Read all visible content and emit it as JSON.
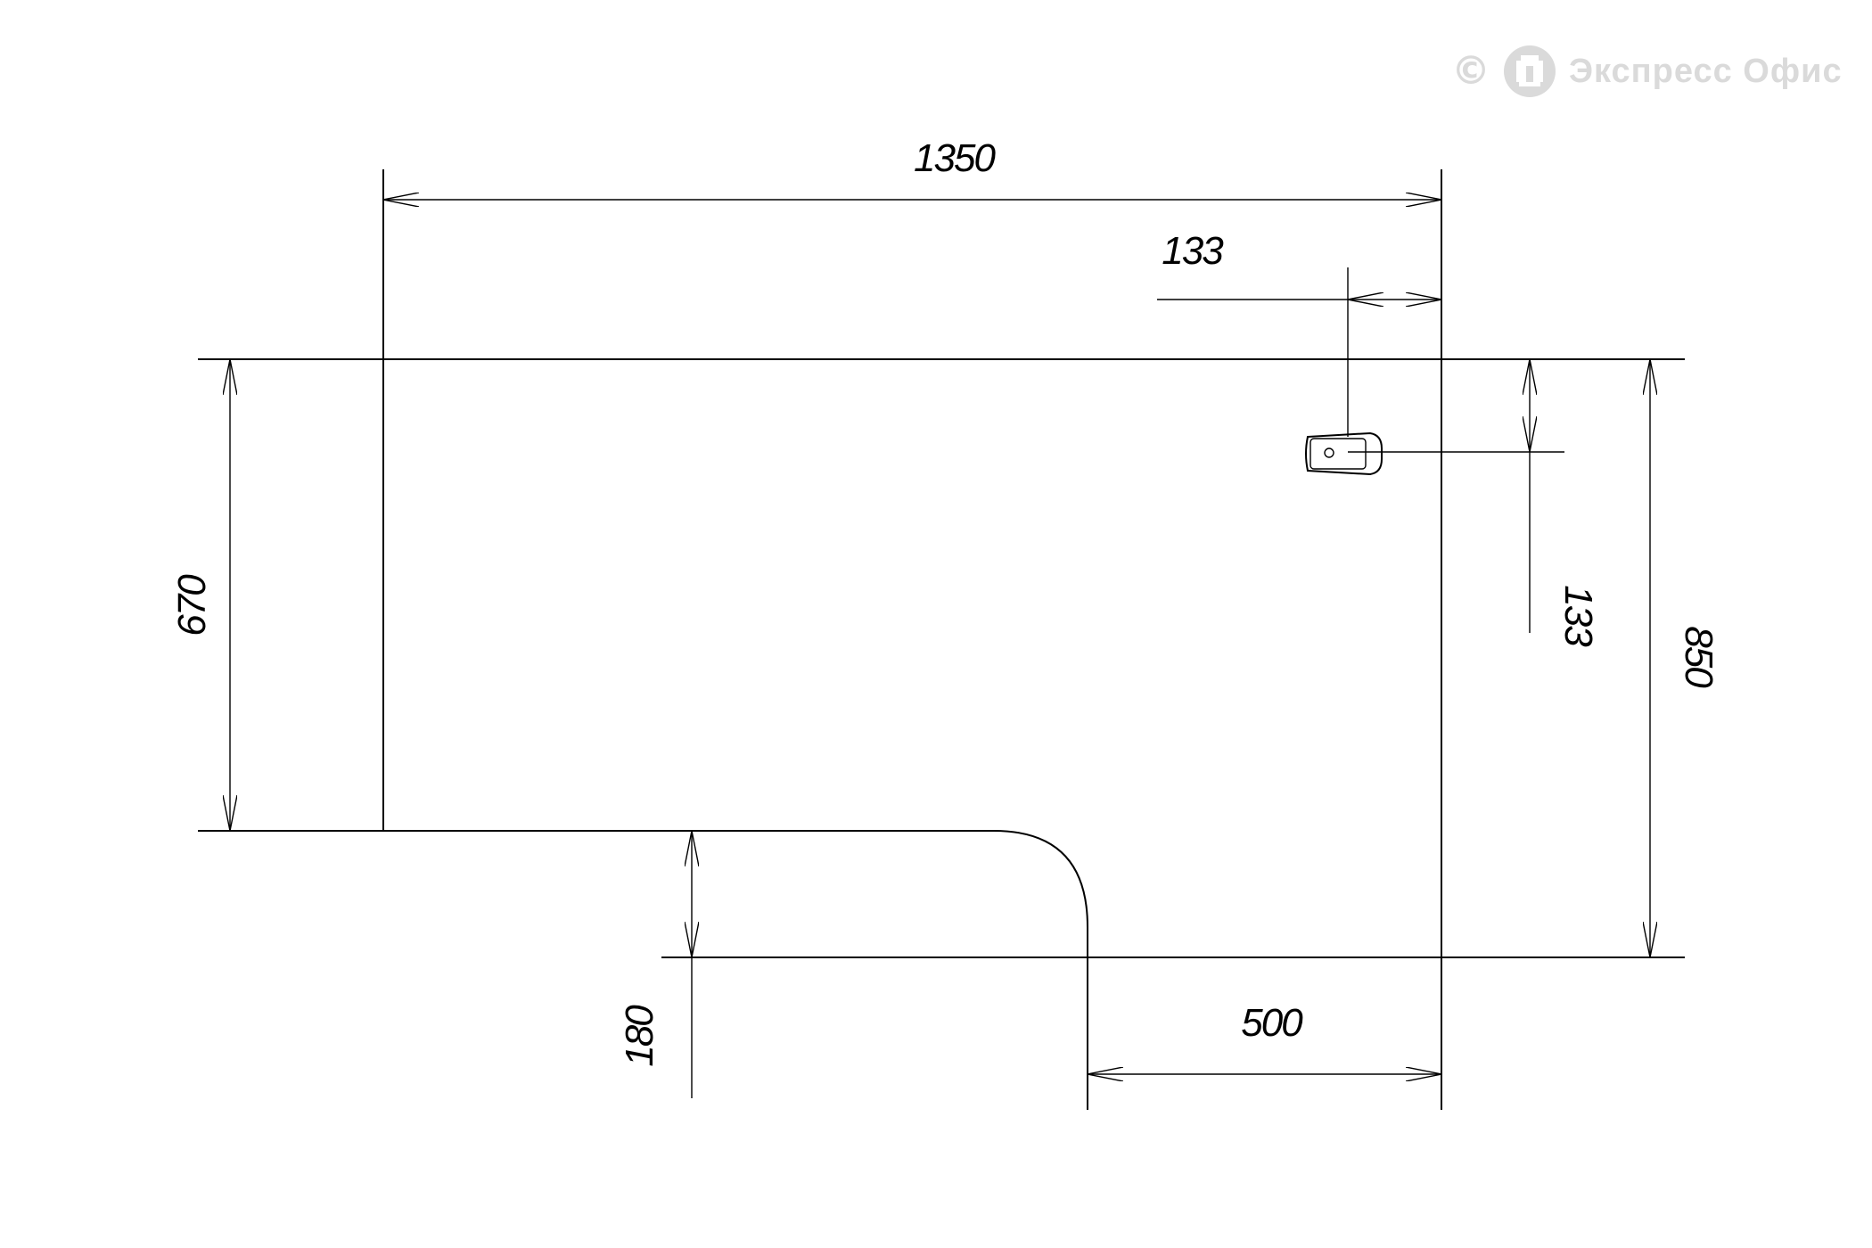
{
  "watermark": {
    "symbol": "©",
    "brand": "Экспресс Офис",
    "color": "#dadada"
  },
  "dimensions": {
    "overall_width": "1350",
    "depth_left": "670",
    "depth_right": "850",
    "extension_depth": "180",
    "extension_width": "500",
    "grommet_offset_x": "133",
    "grommet_offset_y": "133"
  },
  "line_color": "#000000"
}
